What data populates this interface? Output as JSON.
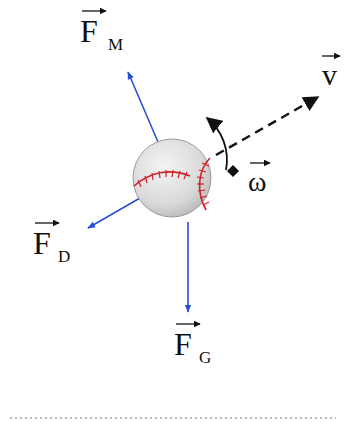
{
  "diagram": {
    "labels": [
      "F",
      "M",
      "F",
      "D",
      "F",
      "G",
      "v",
      "ω"
    ]
  }
}
